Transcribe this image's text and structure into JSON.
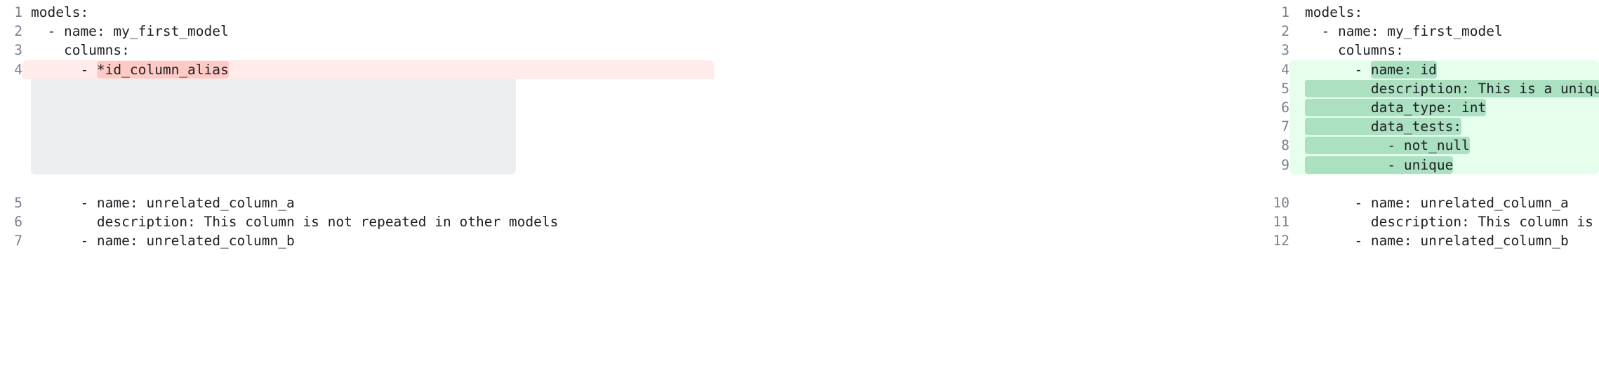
{
  "view": {
    "type": "side-by-side-diff",
    "language": "yaml",
    "colors": {
      "removed_line_bg": "#ffebe9",
      "removed_token_bg": "#ffc9c6",
      "added_line_bg": "#e6ffec",
      "added_token_bg": "#abe0c0",
      "filler_bg": "#eceef0",
      "gutter_text": "#7a828e",
      "code_text": "#1b1f24",
      "page_bg": "#ffffff"
    }
  },
  "left_pane": {
    "name": "before",
    "lines": [
      {
        "number": "1",
        "text": "models:",
        "kind": "plain"
      },
      {
        "number": "2",
        "text": "  - name: my_first_model",
        "kind": "plain"
      },
      {
        "number": "3",
        "text": "    columns:",
        "kind": "plain"
      },
      {
        "number": "4",
        "prefix": "      - ",
        "token": "*id_column_alias",
        "suffix": "",
        "kind": "removed"
      },
      {
        "number": "5",
        "text": "      - name: unrelated_column_a",
        "kind": "plain"
      },
      {
        "number": "6",
        "text": "        description: This column is not repeated in other models",
        "kind": "plain"
      },
      {
        "number": "7",
        "text": "      - name: unrelated_column_b",
        "kind": "plain"
      }
    ]
  },
  "right_pane": {
    "name": "after",
    "lines": [
      {
        "number": "1",
        "text": "models:",
        "kind": "plain"
      },
      {
        "number": "2",
        "text": "  - name: my_first_model",
        "kind": "plain"
      },
      {
        "number": "3",
        "text": "    columns:",
        "kind": "plain"
      },
      {
        "number": "4",
        "prefix": "      - ",
        "token": "name: id",
        "suffix": "",
        "kind": "added"
      },
      {
        "number": "5",
        "prefix": "",
        "token": "        description: This is a unique identifier.",
        "suffix": "",
        "kind": "added"
      },
      {
        "number": "6",
        "prefix": "",
        "token": "        data_type: int",
        "suffix": "",
        "kind": "added"
      },
      {
        "number": "7",
        "prefix": "",
        "token": "        data_tests:",
        "suffix": "",
        "kind": "added"
      },
      {
        "number": "8",
        "prefix": "",
        "token": "          - not_null",
        "suffix": "",
        "kind": "added"
      },
      {
        "number": "9",
        "prefix": "",
        "token": "          - unique",
        "suffix": "",
        "kind": "added"
      },
      {
        "number": "10",
        "text": "      - name: unrelated_column_a",
        "kind": "plain"
      },
      {
        "number": "11",
        "text": "        description: This column is not repeated in other models",
        "kind": "plain"
      },
      {
        "number": "12",
        "text": "      - name: unrelated_column_b",
        "kind": "plain"
      }
    ]
  }
}
